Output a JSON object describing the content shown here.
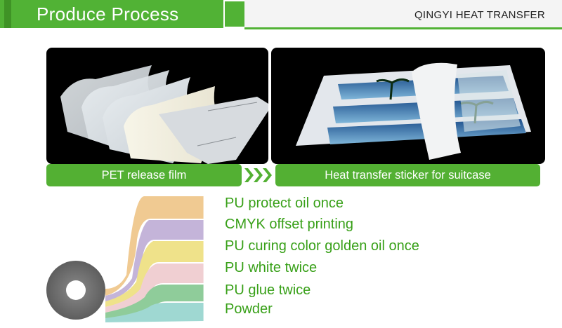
{
  "header": {
    "title": "Produce Process",
    "brand": "QINGYI HEAT TRANSFER",
    "accent_color": "#51b235"
  },
  "photos": {
    "left_caption": "PET release film",
    "right_caption": "Heat transfer sticker for suitcase",
    "arrow_icon": "chevrons-right-icon"
  },
  "layers": [
    {
      "label": "PU protect oil once",
      "color": "#f0ca92"
    },
    {
      "label": "CMYK offset printing",
      "color": "#c4b4d9"
    },
    {
      "label": "PU curing color golden oil once",
      "color": "#efe28a"
    },
    {
      "label": "PU white twice",
      "color": "#f0cfd2"
    },
    {
      "label": "PU glue twice",
      "color": "#8fcc9a"
    },
    {
      "label": "Powder",
      "color": "#9fd8d2"
    }
  ]
}
